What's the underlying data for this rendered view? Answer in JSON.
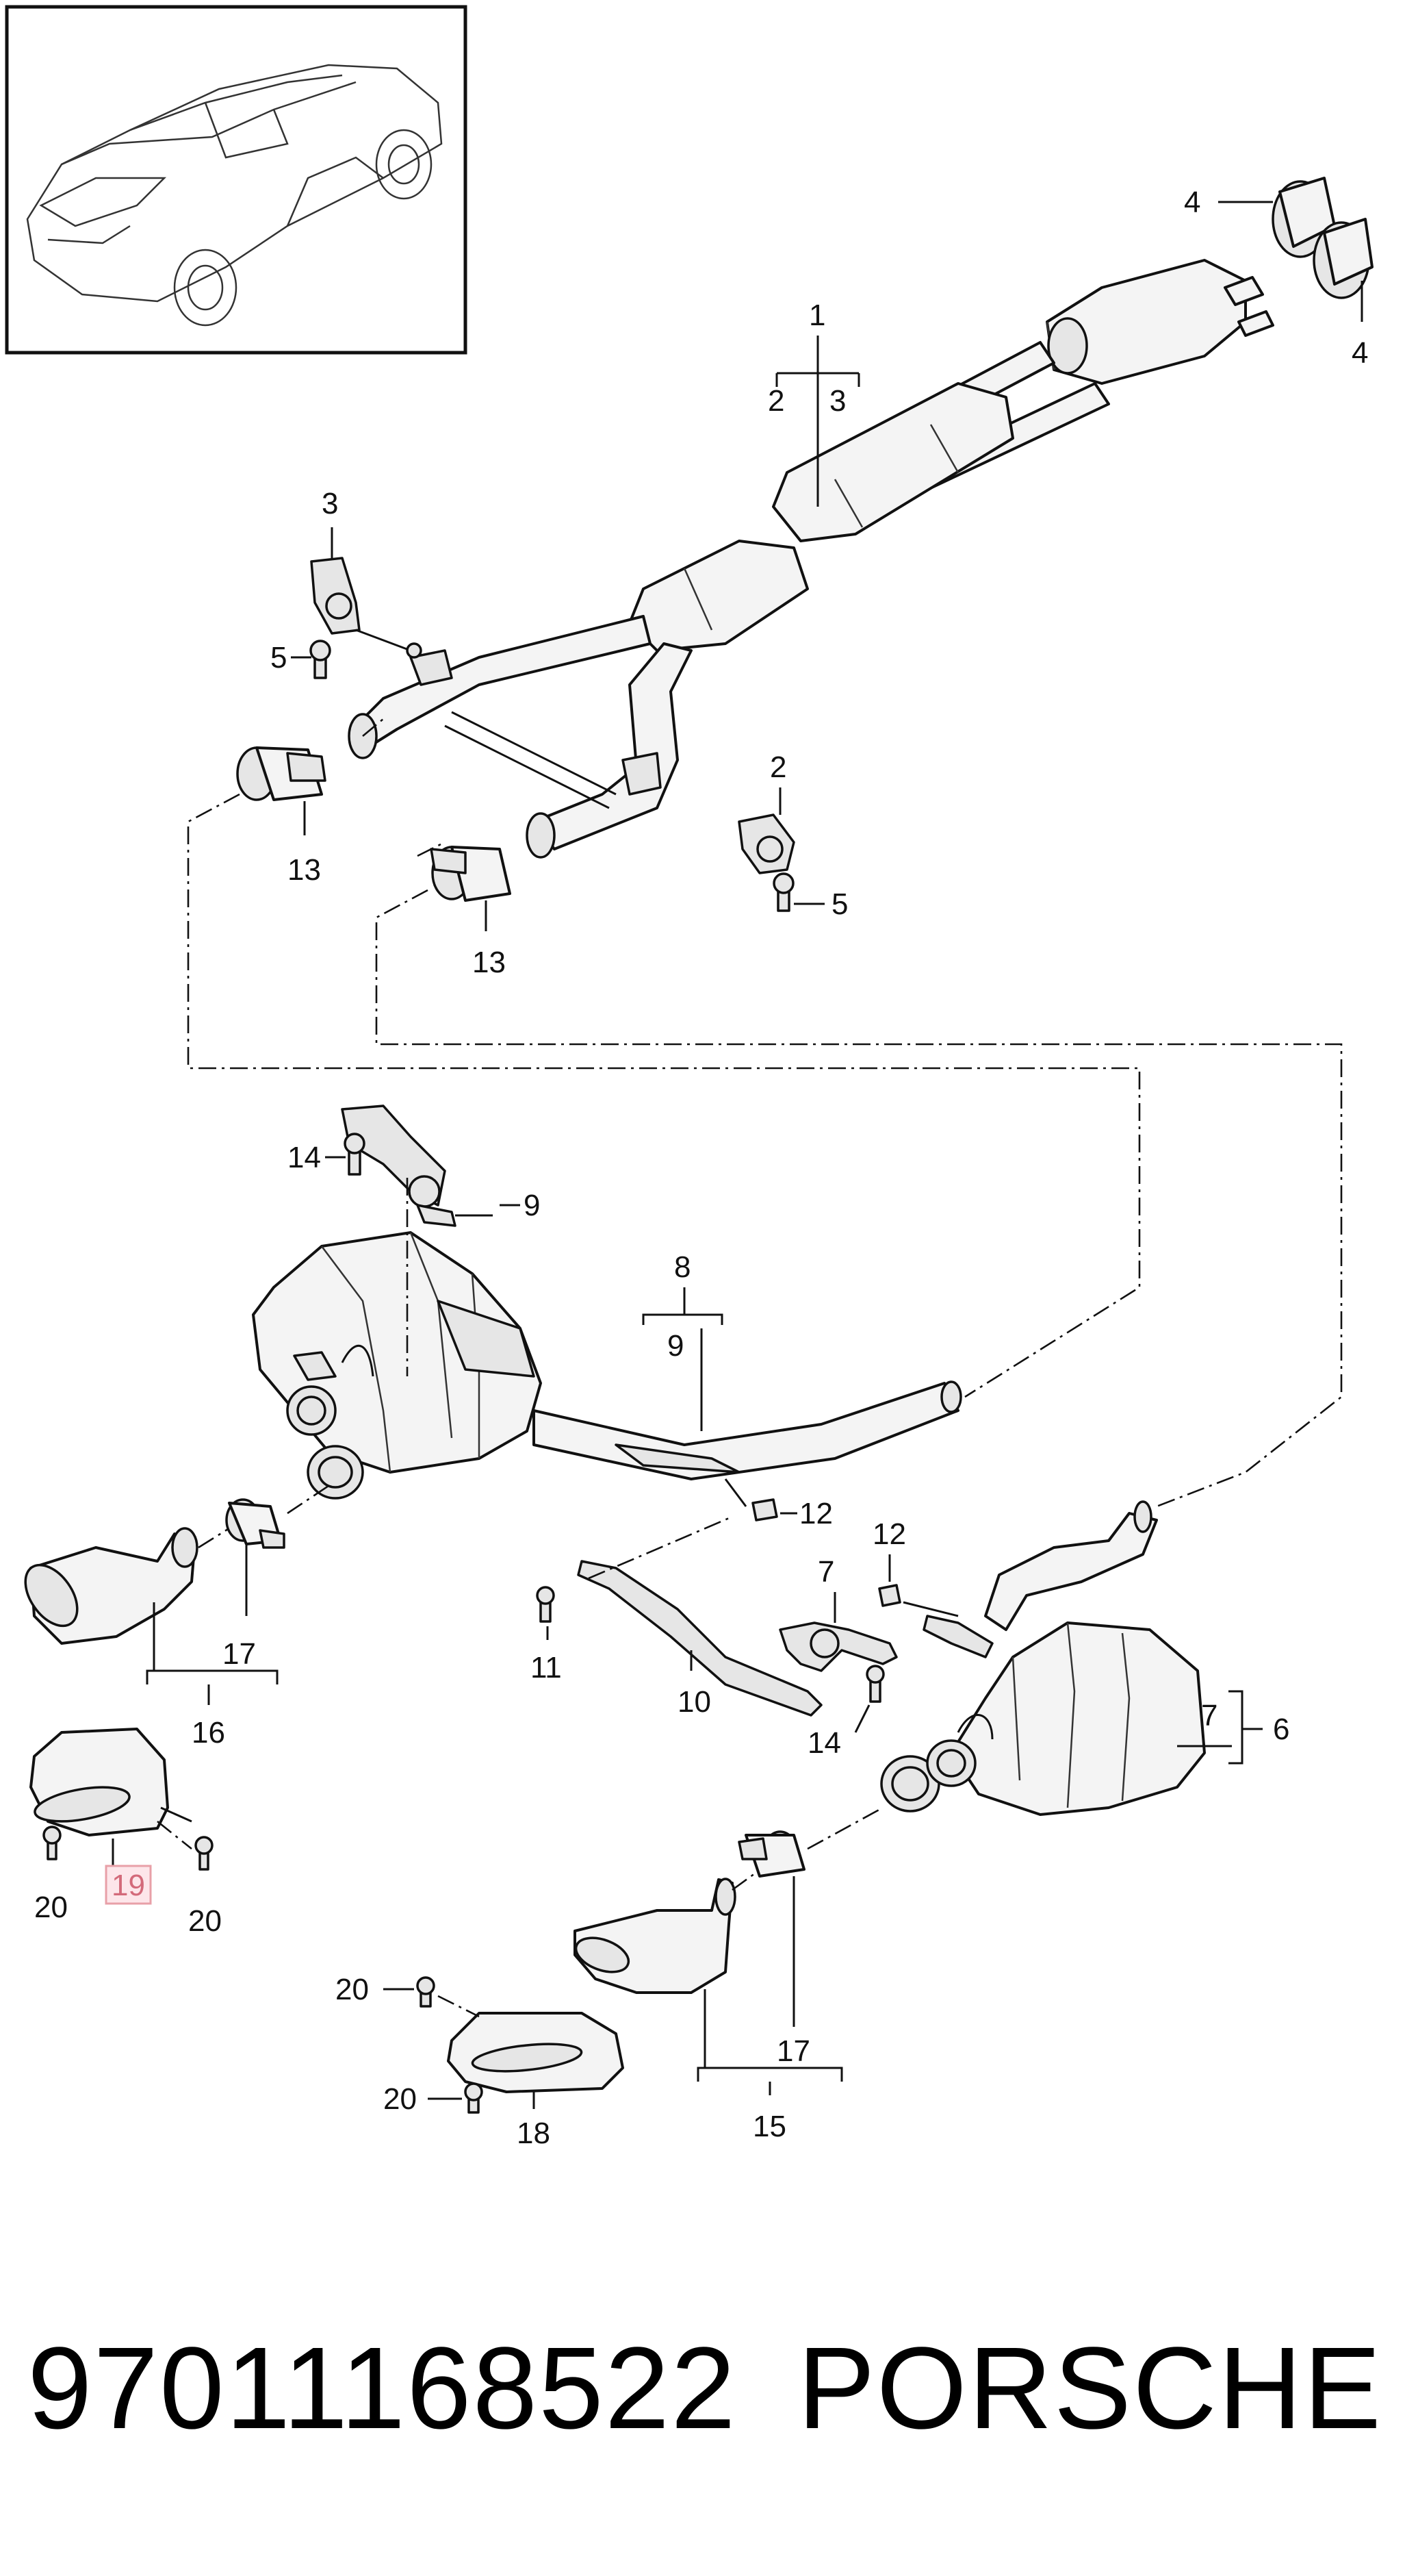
{
  "callouts": {
    "c1": "1",
    "c2": "2",
    "c3": "3",
    "c4": "4",
    "c5": "5",
    "c6": "6",
    "c7": "7",
    "c8": "8",
    "c9": "9",
    "c10": "10",
    "c11": "11",
    "c12": "12",
    "c13": "13",
    "c14": "14",
    "c15": "15",
    "c16": "16",
    "c17": "17",
    "c18": "18",
    "c19": "19",
    "c20": "20"
  },
  "highlight_color": "#e8a0a8",
  "footer": {
    "part_number": "97011168522",
    "brand": "PORSCHE"
  }
}
